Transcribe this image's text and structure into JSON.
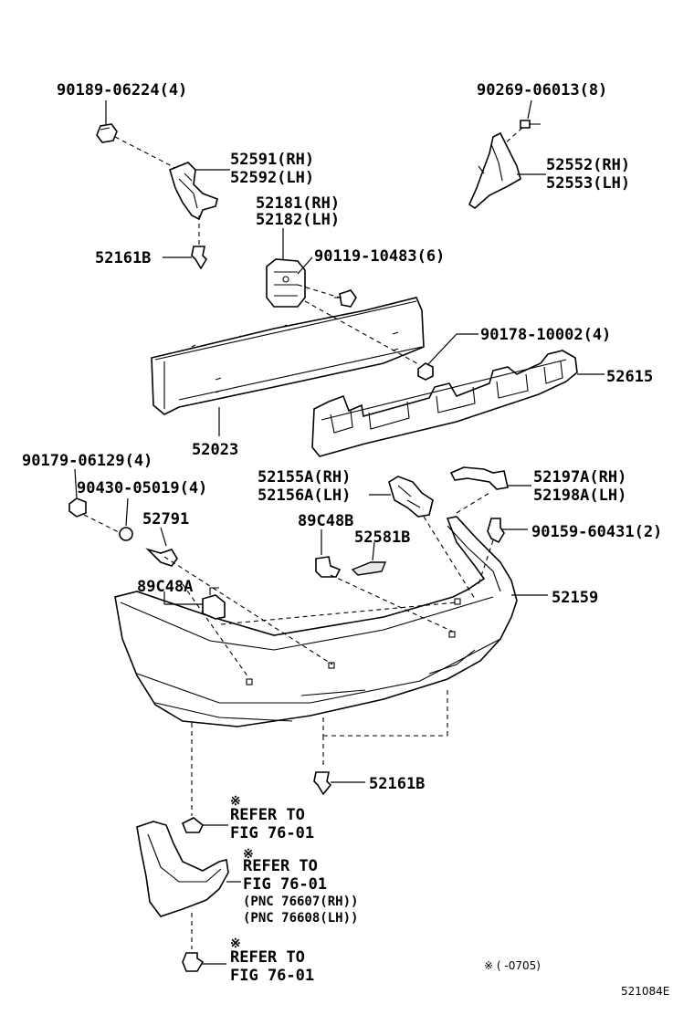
{
  "labels": {
    "p90189": "90189-06224(4)",
    "p90269": "90269-06013(8)",
    "p52591": "52591(RH)",
    "p52592": "52592(LH)",
    "p52552": "52552(RH)",
    "p52553": "52553(LH)",
    "p52181": "52181(RH)",
    "p52182": "52182(LH)",
    "p52161b_top": "52161B",
    "p90119": "90119-10483(6)",
    "p90178": "90178-10002(4)",
    "p52615": "52615",
    "p52023": "52023",
    "p90179": "90179-06129(4)",
    "p90430": "90430-05019(4)",
    "p52155": "52155A(RH)",
    "p52156": "52156A(LH)",
    "p52197": "52197A(RH)",
    "p52198": "52198A(LH)",
    "p52791": "52791",
    "p89c48b": "89C48B",
    "p52581b": "52581B",
    "p90159": "90159-60431(2)",
    "p89c48a": "89C48A",
    "p52159": "52159",
    "p52161b_bottom": "52161B"
  },
  "refers": [
    {
      "mark": "※",
      "line1": "REFER TO",
      "line2": "FIG 76-01"
    },
    {
      "mark": "※",
      "line1": "REFER TO",
      "line2": "FIG 76-01",
      "line3": "(PNC 76607(RH))",
      "line4": "(PNC 76608(LH))"
    },
    {
      "mark": "※",
      "line1": "REFER TO",
      "line2": "FIG 76-01"
    }
  ],
  "footnote": "※ (  -0705)",
  "figure_code": "521084E"
}
